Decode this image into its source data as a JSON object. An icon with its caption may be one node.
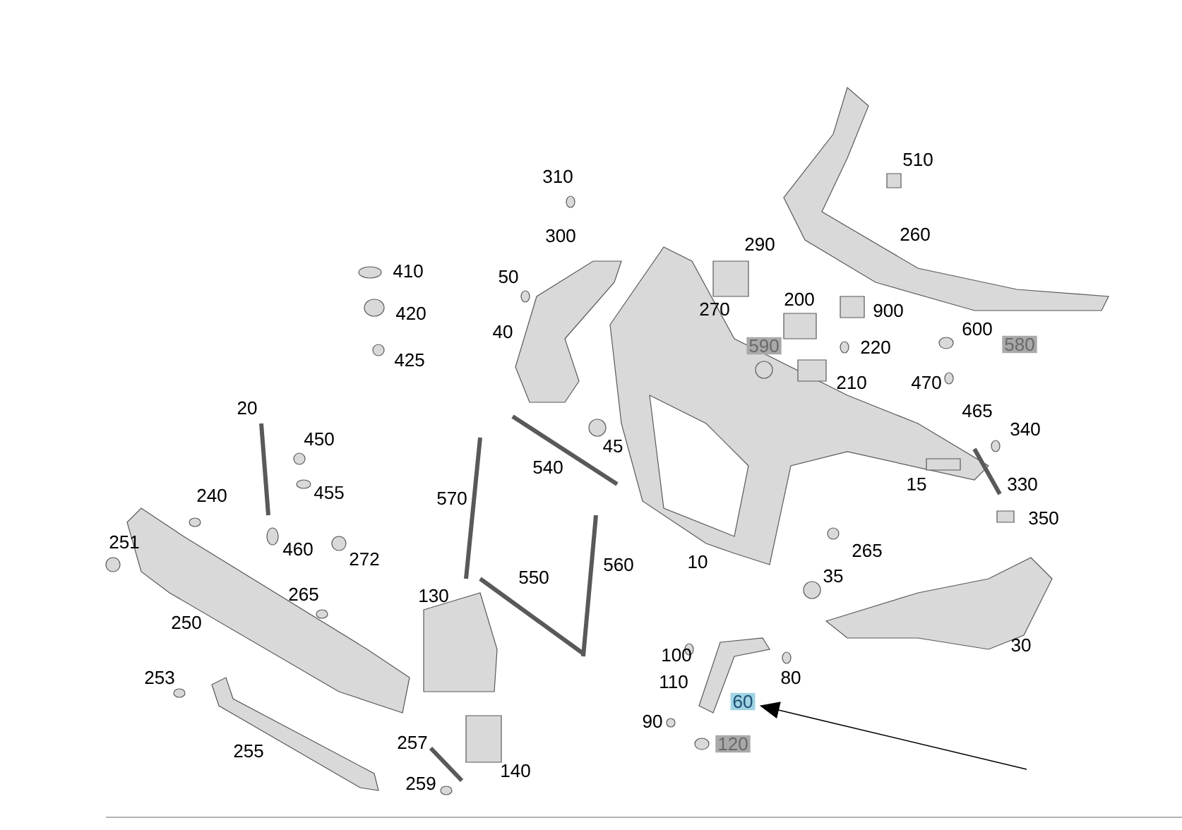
{
  "diagram": {
    "nodes": [
      {
        "text": [
          "590"
        ]
      },
      {
        "text": [
          "580"
        ]
      },
      {
        "text": [
          "60"
        ]
      },
      {
        "text": [
          "120"
        ]
      }
    ],
    "edges": [
      {
        "from": null,
        "to": 2,
        "arrow": "to"
      }
    ],
    "labels": [
      "310",
      "510",
      "300",
      "260",
      "290",
      "410",
      "50",
      "200",
      "900",
      "270",
      "420",
      "600",
      "40",
      "220",
      "425",
      "210",
      "470",
      "20",
      "465",
      "340",
      "450",
      "45",
      "540",
      "330",
      "15",
      "455",
      "240",
      "570",
      "350",
      "251",
      "460",
      "265",
      "272",
      "10",
      "560",
      "35",
      "550",
      "265",
      "130",
      "250",
      "30",
      "100",
      "80",
      "253",
      "110",
      "90",
      "257",
      "255",
      "140",
      "259"
    ]
  }
}
